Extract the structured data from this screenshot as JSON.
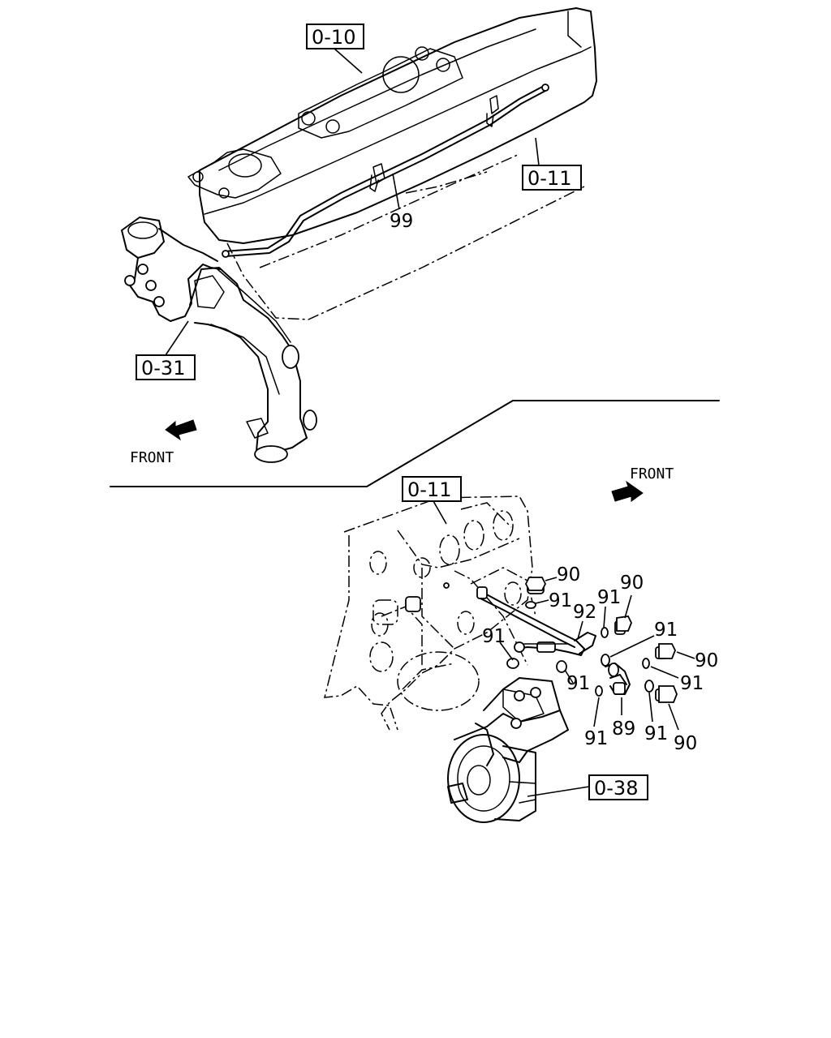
{
  "diagram": {
    "reference_boxes": {
      "upper_cover": "0-10",
      "upper_block": "0-11",
      "water_pipe": "0-31",
      "lower_block": "0-11",
      "compressor": "0-38"
    },
    "direction_labels": {
      "upper": "FRONT",
      "lower": "FRONT"
    },
    "part_numbers": {
      "p99": "99",
      "p90a": "90",
      "p91a": "91",
      "p91b": "91",
      "p90b": "90",
      "p92": "92",
      "p91c": "91",
      "p91d": "91",
      "p90c": "90",
      "p91e": "91",
      "p91f": "91",
      "p91g": "91",
      "p89": "89",
      "p91h": "91",
      "p90d": "90"
    }
  }
}
